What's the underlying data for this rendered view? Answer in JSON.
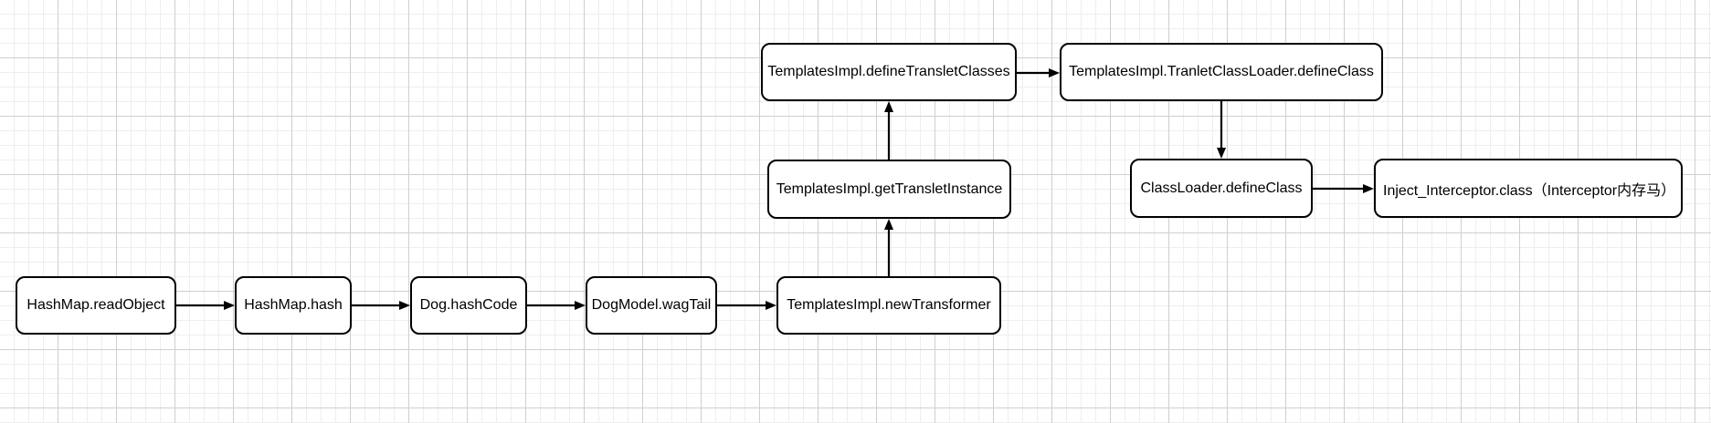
{
  "diagram": {
    "nodes": [
      {
        "id": "hashmap-readobject",
        "label": "HashMap.readObject"
      },
      {
        "id": "hashmap-hash",
        "label": "HashMap.hash"
      },
      {
        "id": "dog-hashcode",
        "label": "Dog.hashCode"
      },
      {
        "id": "dogmodel-wagtail",
        "label": "DogModel.wagTail"
      },
      {
        "id": "templatesimpl-newtransformer",
        "label": "TemplatesImpl.newTransformer"
      },
      {
        "id": "templatesimpl-gettransletinstance",
        "label": "TemplatesImpl.getTransletInstance"
      },
      {
        "id": "templatesimpl-definetransletclasses",
        "label": "TemplatesImpl.defineTransletClasses"
      },
      {
        "id": "templatesimpl-tranletclassloader-defineclass",
        "label": "TemplatesImpl.TranletClassLoader.defineClass"
      },
      {
        "id": "classloader-defineclass",
        "label": "ClassLoader.defineClass"
      },
      {
        "id": "inject-interceptor-class",
        "label": "Inject_Interceptor.class（Interceptor内存马）"
      }
    ],
    "edges": [
      {
        "from": "hashmap-readobject",
        "to": "hashmap-hash"
      },
      {
        "from": "hashmap-hash",
        "to": "dog-hashcode"
      },
      {
        "from": "dog-hashcode",
        "to": "dogmodel-wagtail"
      },
      {
        "from": "dogmodel-wagtail",
        "to": "templatesimpl-newtransformer"
      },
      {
        "from": "templatesimpl-newtransformer",
        "to": "templatesimpl-gettransletinstance"
      },
      {
        "from": "templatesimpl-gettransletinstance",
        "to": "templatesimpl-definetransletclasses"
      },
      {
        "from": "templatesimpl-definetransletclasses",
        "to": "templatesimpl-tranletclassloader-defineclass"
      },
      {
        "from": "templatesimpl-tranletclassloader-defineclass",
        "to": "classloader-defineclass"
      },
      {
        "from": "classloader-defineclass",
        "to": "inject-interceptor-class"
      }
    ]
  }
}
